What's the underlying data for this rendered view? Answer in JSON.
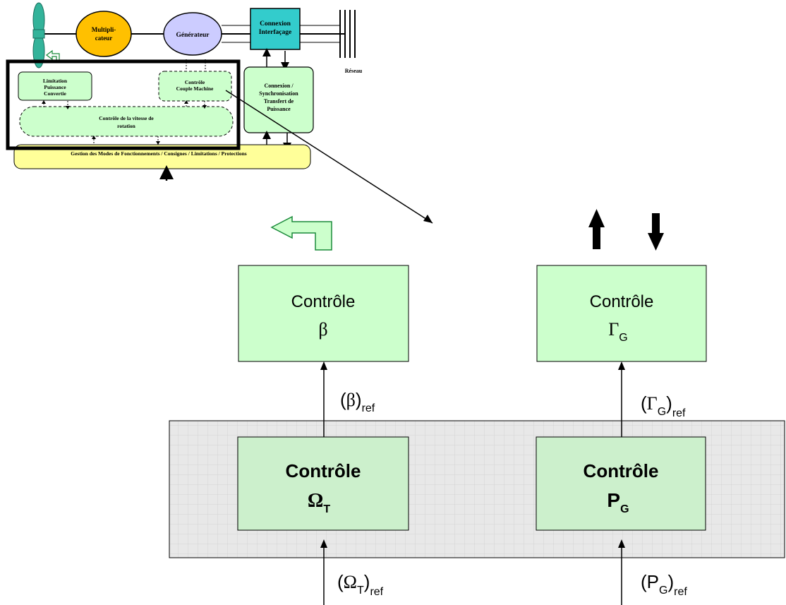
{
  "overview": {
    "multiplier_label_1": "Multipli-",
    "multiplier_label_2": "cateur",
    "generator_label": "Générateur",
    "interface_label_1": "Connexion",
    "interface_label_2": "Interfaçage",
    "grid_label": "Réseau",
    "power_limit_label_1": "Limitation",
    "power_limit_label_2": "Puissance",
    "power_limit_label_3": "Convertie",
    "torque_control_label_1": "Contrôle",
    "torque_control_label_2": "Couple Machine",
    "speed_control_label_1": "Contrôle de la vitesse de",
    "speed_control_label_2": "rotation",
    "sync_label_1": "Connexion /",
    "sync_label_2": "Synchronisation",
    "sync_label_3": "Transfert de",
    "sync_label_4": "Puissance",
    "management_label": "Gestion des Modes de Fonctionnements / Consignes / Limitations / Protections"
  },
  "detail": {
    "pitch_control": {
      "title": "Contrôle",
      "symbol": "β"
    },
    "torque_control": {
      "title": "Contrôle",
      "symbol": "Γ",
      "subscript": "G"
    },
    "speed_control": {
      "title": "Contrôle",
      "symbol": "Ω",
      "subscript": "T"
    },
    "power_control": {
      "title": "Contrôle",
      "symbol": "P",
      "subscript": "G"
    },
    "beta_ref": {
      "open": "(",
      "symbol": "β",
      "close": ")",
      "ref": "ref"
    },
    "gamma_ref": {
      "open": "(",
      "symbol": "Γ",
      "sub": "G",
      "close": ")",
      "ref": "ref"
    },
    "omega_ref": {
      "open": "(",
      "symbol": "Ω",
      "sub": "T",
      "close": ")",
      "ref": "ref"
    },
    "power_ref": {
      "open": "(",
      "symbol": "P",
      "sub": "G",
      "close": ")",
      "ref": "ref"
    }
  },
  "colors": {
    "block_fill": "#ccffcc",
    "inner_block_fill": "#ccf0cc",
    "panel_fill": "#e6e6e6",
    "multiplier_fill": "#ffc000",
    "generator_fill": "#ccccff",
    "interface_fill": "#33cccc",
    "management_fill": "#ffff99",
    "turbine_fill": "#33b39a"
  }
}
